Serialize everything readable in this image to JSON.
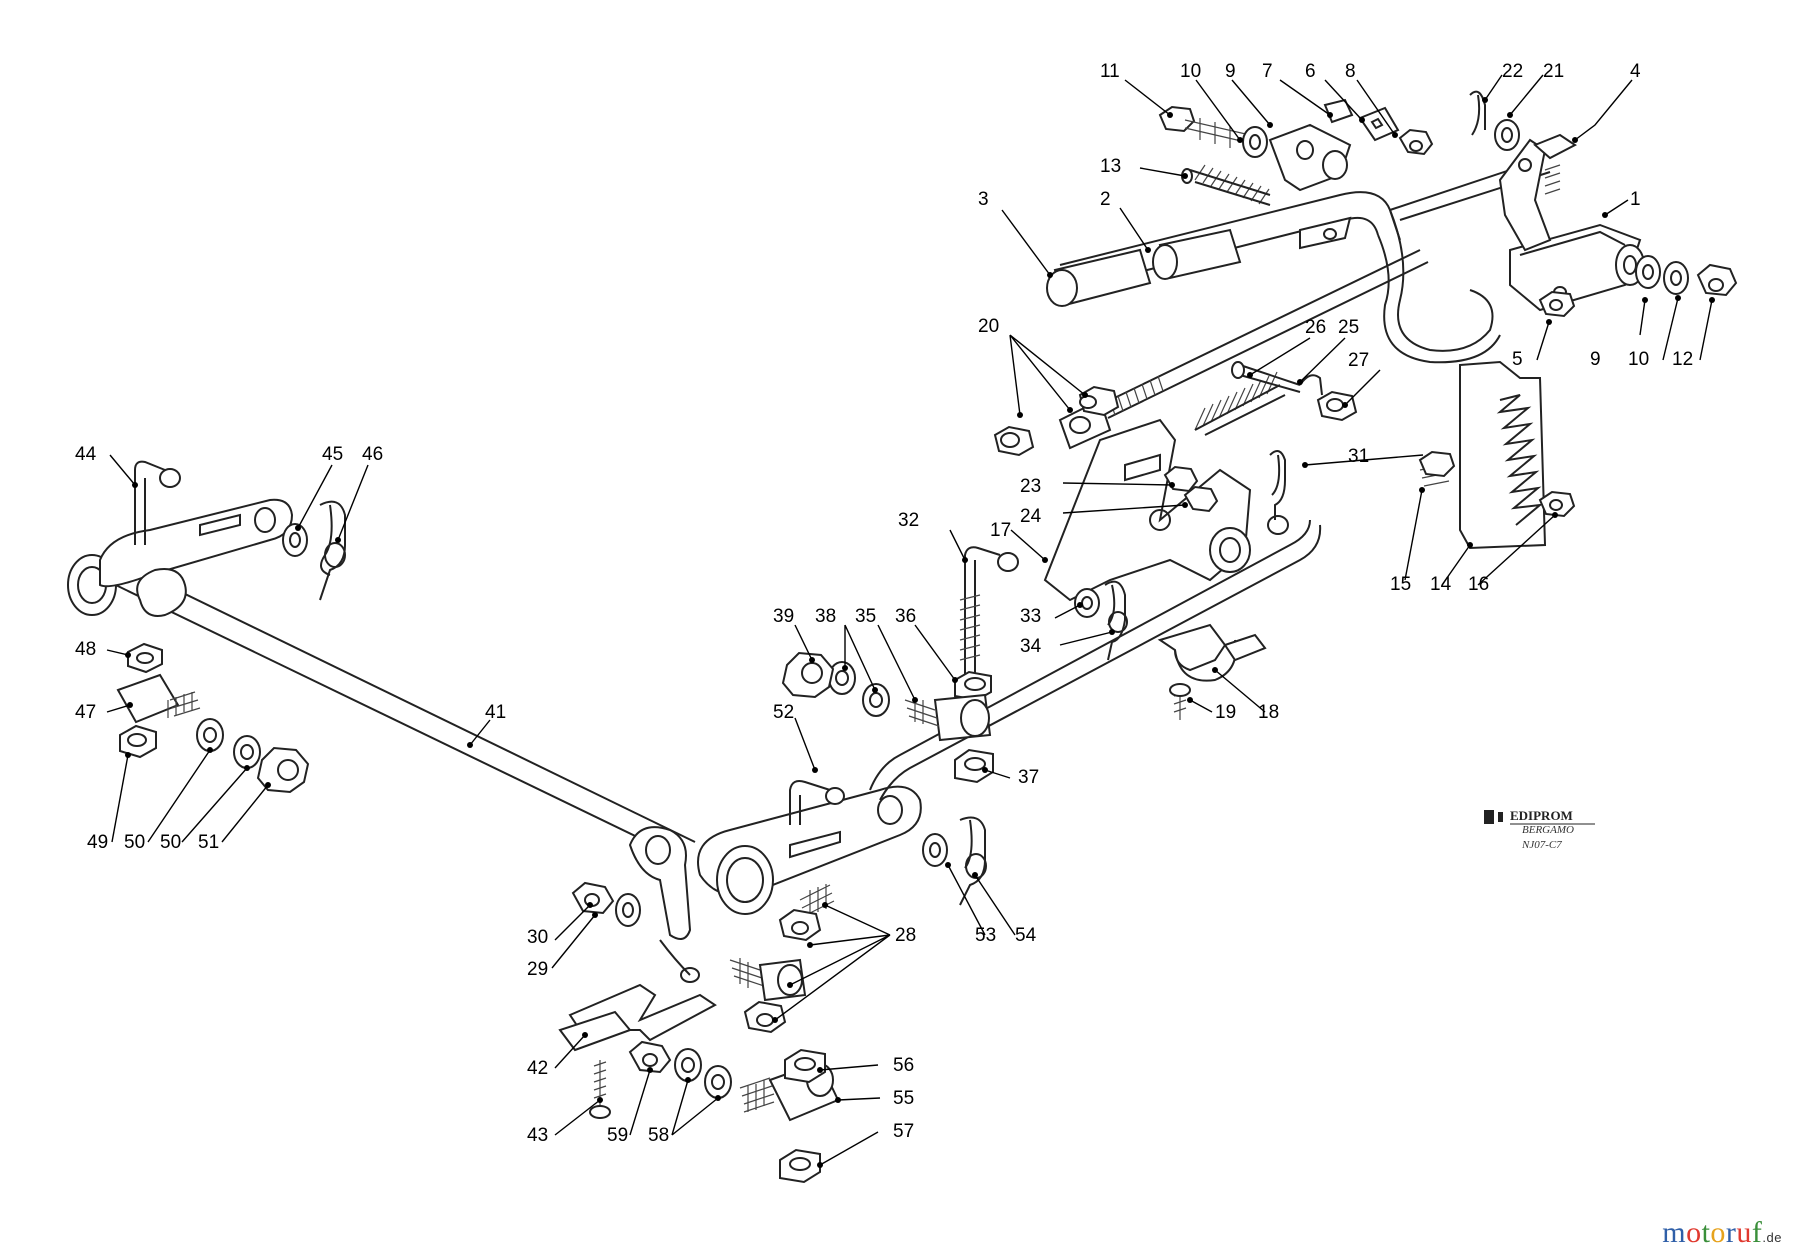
{
  "diagram": {
    "publisher_mark": "EDIPROM",
    "publisher_sub": "BERGAMO",
    "drawing_code": "NJ07-C7"
  },
  "watermark": {
    "letters": [
      {
        "ch": "m",
        "color": "#2f5fa8"
      },
      {
        "ch": "o",
        "color": "#e0392f"
      },
      {
        "ch": "t",
        "color": "#3a8f3a"
      },
      {
        "ch": "o",
        "color": "#e6a21c"
      },
      {
        "ch": "r",
        "color": "#2f5fa8"
      },
      {
        "ch": "u",
        "color": "#e0392f"
      },
      {
        "ch": "f",
        "color": "#3a8f3a"
      }
    ],
    "suffix": ".de"
  },
  "labels": [
    {
      "id": "l1",
      "text": "1"
    },
    {
      "id": "l2",
      "text": "2"
    },
    {
      "id": "l3",
      "text": "3"
    },
    {
      "id": "l4",
      "text": "4"
    },
    {
      "id": "l5",
      "text": "5"
    },
    {
      "id": "l6",
      "text": "6"
    },
    {
      "id": "l7",
      "text": "7"
    },
    {
      "id": "l8",
      "text": "8"
    },
    {
      "id": "l9a",
      "text": "9"
    },
    {
      "id": "l9b",
      "text": "9"
    },
    {
      "id": "l10a",
      "text": "10"
    },
    {
      "id": "l10b",
      "text": "10"
    },
    {
      "id": "l11",
      "text": "11"
    },
    {
      "id": "l12",
      "text": "12"
    },
    {
      "id": "l13",
      "text": "13"
    },
    {
      "id": "l14",
      "text": "14"
    },
    {
      "id": "l15",
      "text": "15"
    },
    {
      "id": "l16",
      "text": "16"
    },
    {
      "id": "l17",
      "text": "17"
    },
    {
      "id": "l18",
      "text": "18"
    },
    {
      "id": "l19",
      "text": "19"
    },
    {
      "id": "l20",
      "text": "20"
    },
    {
      "id": "l21",
      "text": "21"
    },
    {
      "id": "l22",
      "text": "22"
    },
    {
      "id": "l23",
      "text": "23"
    },
    {
      "id": "l24",
      "text": "24"
    },
    {
      "id": "l25",
      "text": "25"
    },
    {
      "id": "l26",
      "text": "26"
    },
    {
      "id": "l27",
      "text": "27"
    },
    {
      "id": "l28",
      "text": "28"
    },
    {
      "id": "l29",
      "text": "29"
    },
    {
      "id": "l30",
      "text": "30"
    },
    {
      "id": "l31",
      "text": "31"
    },
    {
      "id": "l32",
      "text": "32"
    },
    {
      "id": "l33",
      "text": "33"
    },
    {
      "id": "l34",
      "text": "34"
    },
    {
      "id": "l35",
      "text": "35"
    },
    {
      "id": "l36",
      "text": "36"
    },
    {
      "id": "l37",
      "text": "37"
    },
    {
      "id": "l38",
      "text": "38"
    },
    {
      "id": "l39",
      "text": "39"
    },
    {
      "id": "l41",
      "text": "41"
    },
    {
      "id": "l42",
      "text": "42"
    },
    {
      "id": "l43",
      "text": "43"
    },
    {
      "id": "l44",
      "text": "44"
    },
    {
      "id": "l45",
      "text": "45"
    },
    {
      "id": "l46",
      "text": "46"
    },
    {
      "id": "l47",
      "text": "47"
    },
    {
      "id": "l48",
      "text": "48"
    },
    {
      "id": "l49",
      "text": "49"
    },
    {
      "id": "l50a",
      "text": "50"
    },
    {
      "id": "l50b",
      "text": "50"
    },
    {
      "id": "l51",
      "text": "51"
    },
    {
      "id": "l52",
      "text": "52"
    },
    {
      "id": "l53",
      "text": "53"
    },
    {
      "id": "l54",
      "text": "54"
    },
    {
      "id": "l55",
      "text": "55"
    },
    {
      "id": "l56",
      "text": "56"
    },
    {
      "id": "l57",
      "text": "57"
    },
    {
      "id": "l58",
      "text": "58"
    },
    {
      "id": "l59",
      "text": "59"
    }
  ]
}
